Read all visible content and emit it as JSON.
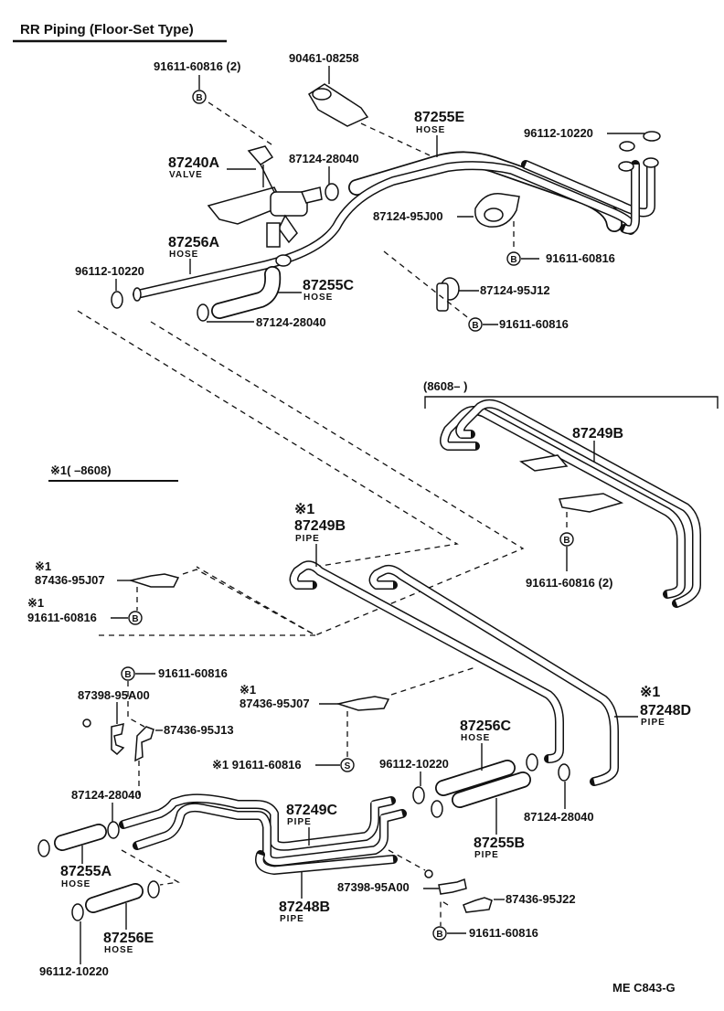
{
  "title": "RR Piping (Floor-Set Type)",
  "drawing_code": "ME  C843-G",
  "variant_labels": {
    "new_range": "(8608–        )",
    "old_range": "※1(        –8608)"
  },
  "markers": {
    "bolt": "B",
    "screw": "S",
    "note": "※1"
  },
  "parts": {
    "p90461": {
      "number": "90461-08258"
    },
    "p91611_top": {
      "number": "91611-60816 (2)"
    },
    "p87255E": {
      "number": "87255E",
      "desc": "HOSE"
    },
    "p96112_top_right": {
      "number": "96112-10220"
    },
    "p87240A": {
      "number": "87240A",
      "desc": "VALVE"
    },
    "p87124_28040_top": {
      "number": "87124-28040"
    },
    "p87124_95J00": {
      "number": "87124-95J00"
    },
    "p91611_a": {
      "number": "91611-60816"
    },
    "p87256A": {
      "number": "87256A",
      "desc": "HOSE"
    },
    "p96112_left": {
      "number": "96112-10220"
    },
    "p87255C": {
      "number": "87255C",
      "desc": "HOSE"
    },
    "p87124_95J12": {
      "number": "87124-95J12"
    },
    "p91611_b": {
      "number": "91611-60816"
    },
    "p87124_28040_mid": {
      "number": "87124-28040"
    },
    "p87249B_new": {
      "number": "87249B"
    },
    "p91611_new": {
      "number": "91611-60816 (2)"
    },
    "p87249B_old": {
      "note": "※1",
      "number": "87249B",
      "desc": "PIPE"
    },
    "p87436_95J07_left": {
      "note": "※1",
      "number": "87436-95J07"
    },
    "p91611_old_left": {
      "note": "※1",
      "number": "91611-60816"
    },
    "p91611_c": {
      "number": "91611-60816"
    },
    "p87398_95A00_left": {
      "number": "87398-95A00"
    },
    "p87436_95J13": {
      "number": "87436-95J13"
    },
    "p87436_95J07_mid": {
      "note": "※1",
      "number": "87436-95J07"
    },
    "p91611_screw": {
      "number": "※1 91611-60816"
    },
    "p87248D": {
      "note": "※1",
      "number": "87248D",
      "desc": "PIPE"
    },
    "p87256C": {
      "number": "87256C",
      "desc": "HOSE"
    },
    "p96112_mid": {
      "number": "96112-10220"
    },
    "p87124_28040_left_low": {
      "number": "87124-28040"
    },
    "p87249C": {
      "number": "87249C",
      "desc": "PIPE"
    },
    "p87255B": {
      "number": "87255B",
      "desc": "PIPE"
    },
    "p87124_28040_right_low": {
      "number": "87124-28040"
    },
    "p87255A": {
      "number": "87255A",
      "desc": "HOSE"
    },
    "p87248B": {
      "number": "87248B",
      "desc": "PIPE"
    },
    "p87398_95A00_right": {
      "number": "87398-95A00"
    },
    "p87436_95J22": {
      "number": "87436-95J22"
    },
    "p91611_d": {
      "number": "91611-60816"
    },
    "p87256E": {
      "number": "87256E",
      "desc": "HOSE"
    },
    "p96112_bottom": {
      "number": "96112-10220"
    }
  }
}
